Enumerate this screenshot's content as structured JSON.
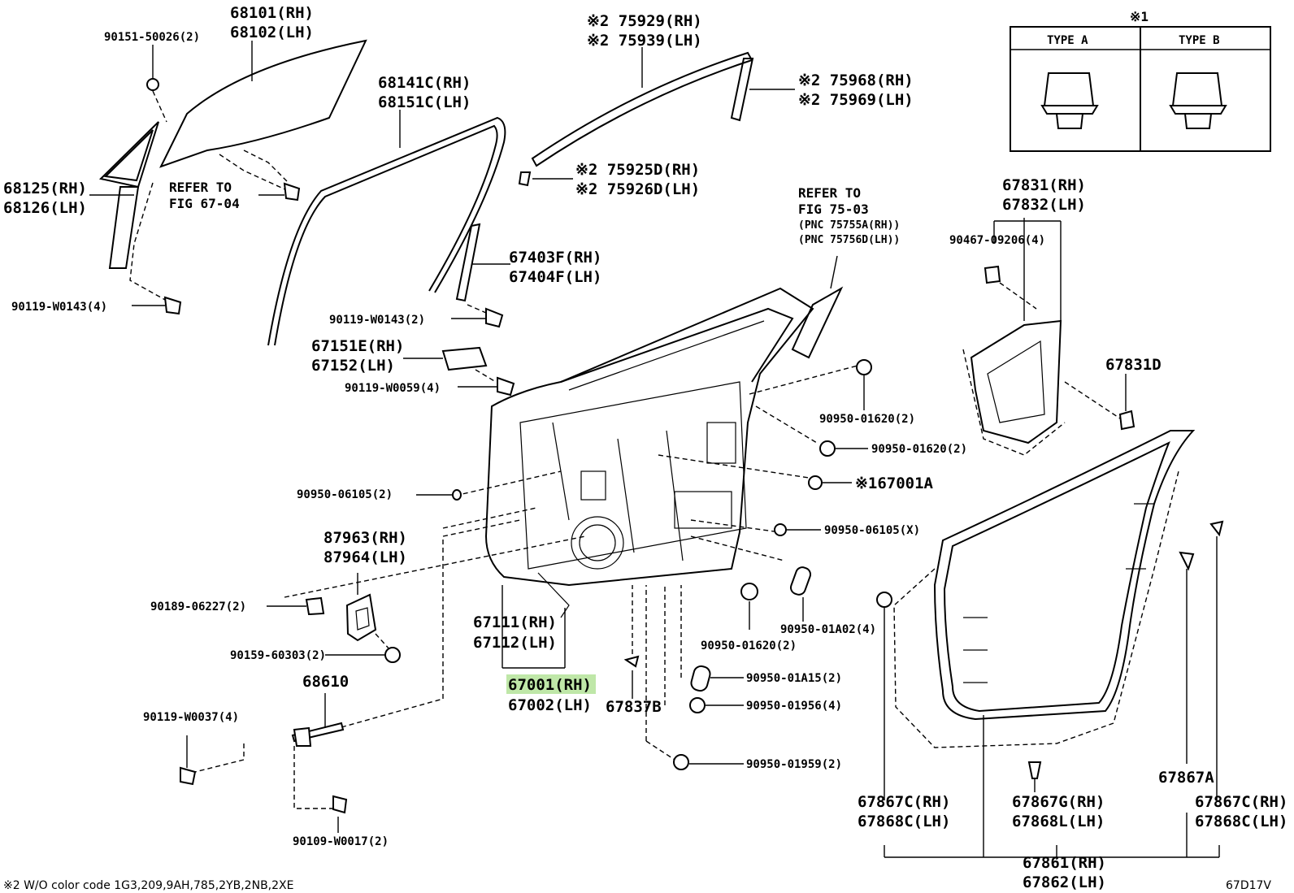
{
  "labels": {
    "glass_rh": "68101(RH)",
    "glass_lh": "68102(LH)",
    "screw_90151": "90151-50026(2)",
    "run_68141c": "68141C(RH)",
    "run_68151c": "68151C(LH)",
    "m75929": "※2 75929(RH)",
    "m75939": "※2 75939(LH)",
    "m75968": "※2 75968(RH)",
    "m75969": "※2 75969(LH)",
    "m75925d": "※2 75925D(RH)",
    "m75926d": "※2 75926D(LH)",
    "q68125": "68125(RH)",
    "q68126": "68126(LH)",
    "refer_a1": "REFER TO",
    "refer_a2": "FIG 67-04",
    "bolt_left": "90119-W0143(4)",
    "ch67403f": "67403F(RH)",
    "ch67404f": "67404F(LH)",
    "bolt_mid": "90119-W0143(2)",
    "br67151e": "67151E(RH)",
    "br67152": "67152(LH)",
    "bolt_w0059": "90119-W0059(4)",
    "refer_b1": "REFER TO",
    "refer_b2": "FIG 75-03",
    "refer_b3": "(PNC 75755A(RH))",
    "refer_b4": "(PNC 75756D(LH))",
    "cv67831": "67831(RH)",
    "cv67832": "67832(LH)",
    "clip90467": "90467-09206(4)",
    "clip67831d": "67831D",
    "plug01620_a": "90950-01620(2)",
    "plug01620_b": "90950-01620(2)",
    "plug06105_l": "90950-06105(2)",
    "hole67001a": "※167001A",
    "plug06105_x": "90950-06105(X)",
    "st87963": "87963(RH)",
    "st87964": "87964(LH)",
    "sc06227": "90189-06227(2)",
    "sc60303": "90159-60303(2)",
    "pn67111": "67111(RH)",
    "pn67112": "67112(LH)",
    "plug01620_c": "90950-01620(2)",
    "plug01a02": "90950-01A02(4)",
    "ck68610": "68610",
    "bt_w0037": "90119-W0037(4)",
    "door67001": "67001(RH)",
    "door67002": "67002(LH)",
    "pn67837b": "67837B",
    "plug01a15": "90950-01A15(2)",
    "plug01956": "90950-01956(4)",
    "plug01959": "90950-01959(2)",
    "bt_w0017": "90109-W0017(2)",
    "ws67867c_rh_l": "67867C(RH)",
    "ws67868c_lh_l": "67868C(LH)",
    "ws67867g": "67867G(RH)",
    "ws67868l": "67868L(LH)",
    "ws67867a": "67867A",
    "ws67867c_rh_r": "67867C(RH)",
    "ws67868c_lh_r": "67868C(LH)",
    "ws67861": "67861(RH)",
    "ws67862": "67862(LH)"
  },
  "legend": {
    "mark": "※1",
    "type_a": "TYPE A",
    "type_b": "TYPE B"
  },
  "footnote": "※2 W/O color code 1G3,209,9AH,785,2YB,2NB,2XE",
  "figure_code": "67D17V",
  "highlight_color": "#bfe7a8"
}
